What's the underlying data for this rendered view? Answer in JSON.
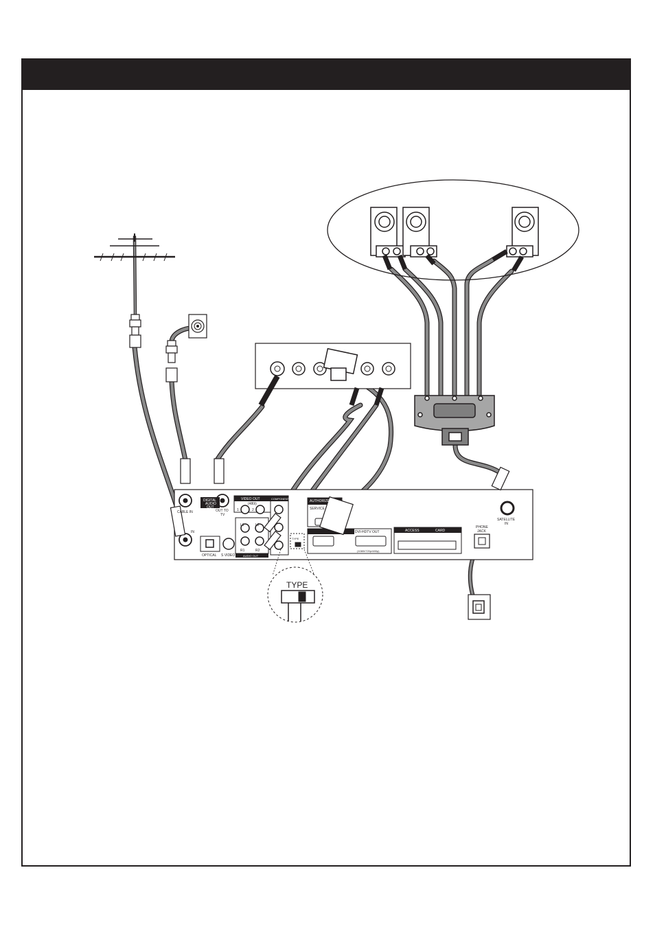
{
  "colors": {
    "ink": "#231f20",
    "cable": "#7f7f7f",
    "paper": "#ffffff",
    "panel_gray": "#a6a6a6"
  },
  "receiver_labels": {
    "cable_in": "CABLE IN",
    "in": "IN",
    "out_to_tv": "OUT TO",
    "out_to_tv_2": "TV",
    "digital_audio_out": "DIGITAL",
    "digital_audio_out_2": "AUDIO",
    "digital_audio_out_3": "OUT",
    "optical": "OPTICAL",
    "s_video": "S VIDEO",
    "video_out": "VIDEO OUT",
    "video_out_sub": "(480i)",
    "component": "COMPONENT",
    "audio_out": "AUDIO OUT",
    "authorized_service": "AUTHORIZED",
    "authorized_service_2": "SERVICE",
    "hdtv_out": "DVI-HDTV OUT",
    "hdtv_sub": "(1080i/720p/480p)",
    "access": "ACCESS",
    "card": "CARD",
    "phone_jack": "PHONE",
    "phone_jack_2": "JACK",
    "satellite_in": "SATELLITE",
    "satellite_in_2": "IN",
    "type": "TYPE",
    "l1": "L1",
    "l2": "L2",
    "r1": "R1",
    "r2": "R2",
    "one": "1",
    "two": "2"
  },
  "callout": {
    "type_label": "TYPE"
  },
  "icons": [
    "antenna-icon",
    "wall-coax-outlet-icon",
    "satellite-lnb-icon",
    "multiswitch-icon",
    "phone-wall-jack-icon"
  ]
}
